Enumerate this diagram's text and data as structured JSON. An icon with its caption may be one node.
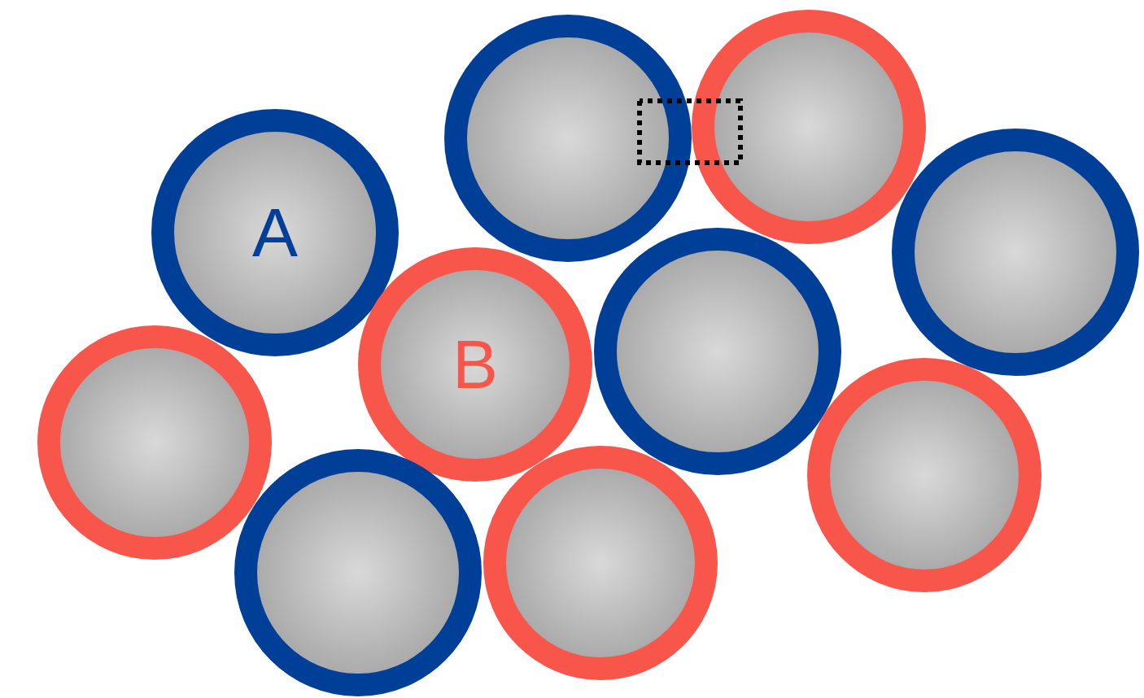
{
  "diagram": {
    "nodes": [
      {
        "text": [],
        "shape": "circle"
      },
      {
        "text": [],
        "shape": "circle"
      },
      {
        "text": [
          "A"
        ]
      },
      {
        "text": [],
        "shape": "circle"
      },
      {
        "text": [
          "B"
        ]
      },
      {
        "text": [],
        "shape": "circle"
      },
      {
        "text": [],
        "shape": "circle"
      },
      {
        "text": [],
        "shape": "circle"
      },
      {
        "text": [],
        "shape": "circle"
      },
      {
        "text": [],
        "shape": "circle"
      }
    ]
  }
}
